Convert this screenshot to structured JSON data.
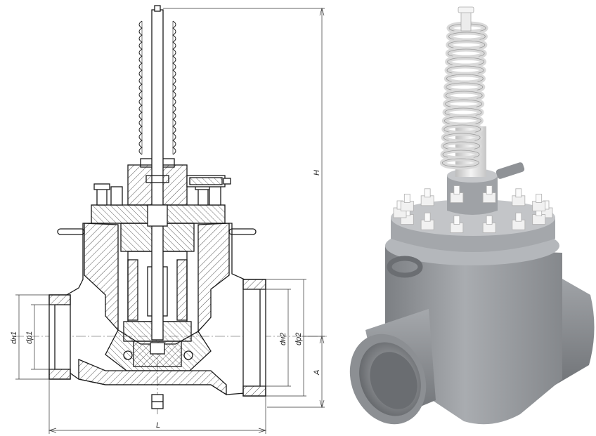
{
  "drawing": {
    "labels": {
      "overall_height": "H",
      "outlet_height": "A",
      "length": "L",
      "inlet_outer_diameter": "dн1",
      "inlet_inner_diameter": "dр1",
      "outlet_outer_diameter": "dн2",
      "outlet_inner_diameter": "dр2"
    }
  },
  "colors": {
    "line": "#1a1a1a",
    "hatch": "#555555",
    "render_body": "#9a9da1",
    "render_dark": "#6f7276",
    "render_light": "#c9cbce",
    "spring": "#e6e6e6",
    "bolt": "#f2f2f2"
  }
}
